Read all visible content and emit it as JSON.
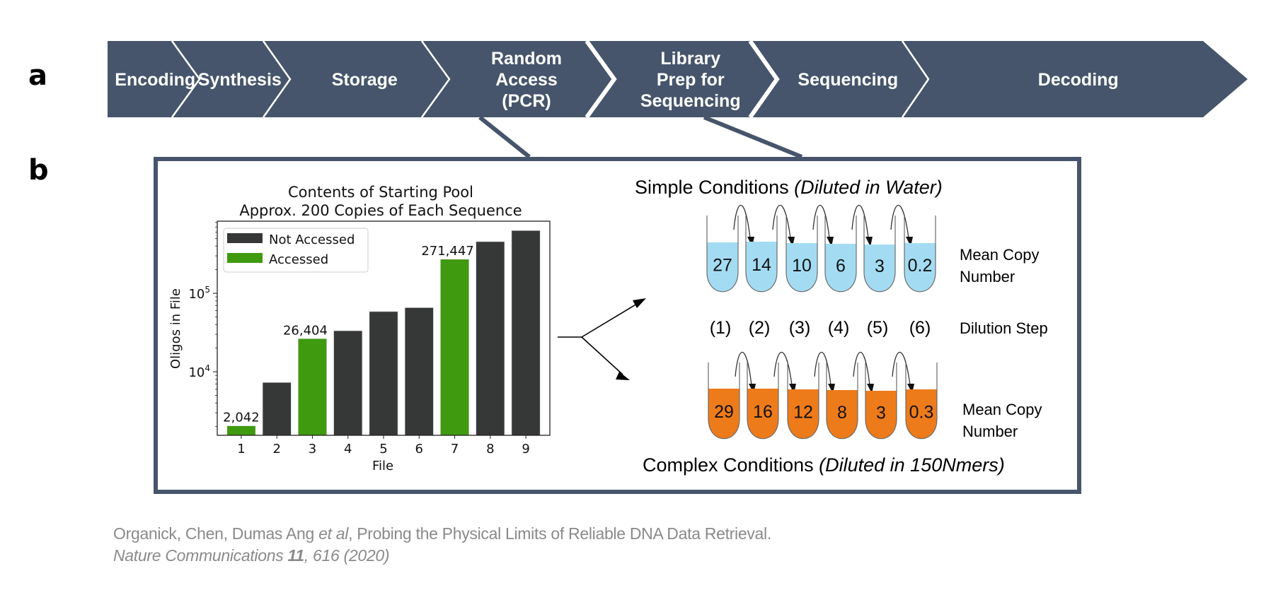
{
  "panel_labels": {
    "a": "a",
    "b": "b"
  },
  "pipeline": {
    "fill_color": "#46556b",
    "steps": [
      {
        "lines": [
          "Encoding"
        ]
      },
      {
        "lines": [
          "Synthesis"
        ]
      },
      {
        "lines": [
          "Storage"
        ]
      },
      {
        "lines": [
          "Random",
          "Access",
          "(PCR)"
        ],
        "highlighted": true
      },
      {
        "lines": [
          "Library",
          "Prep for",
          "Sequencing"
        ]
      },
      {
        "lines": [
          "Sequencing"
        ]
      },
      {
        "lines": [
          "Decoding"
        ]
      }
    ]
  },
  "chart_data": {
    "type": "bar",
    "title": "Contents of Starting Pool",
    "subtitle": "Approx. 200 Copies of Each Sequence",
    "xlabel": "File",
    "ylabel": "Oligos in File",
    "yscale": "log",
    "ylim": [
      1550,
      830000
    ],
    "yticks": [
      {
        "value": 10000,
        "label": "10",
        "exp": "4"
      },
      {
        "value": 100000,
        "label": "10",
        "exp": "5"
      }
    ],
    "categories": [
      "1",
      "2",
      "3",
      "4",
      "5",
      "6",
      "7",
      "8",
      "9"
    ],
    "values": [
      2042,
      7300,
      26404,
      33300,
      58500,
      65600,
      271447,
      455000,
      630000
    ],
    "accessed": [
      true,
      false,
      true,
      false,
      false,
      false,
      true,
      false,
      false
    ],
    "data_labels": [
      {
        "index": 0,
        "text": "2,042"
      },
      {
        "index": 2,
        "text": "26,404"
      },
      {
        "index": 6,
        "text": "271,447"
      }
    ],
    "series": [
      {
        "name": "Not Accessed",
        "color": "#363837"
      },
      {
        "name": "Accessed",
        "color": "#3f9a0f"
      }
    ],
    "legend": {
      "position": "top-left",
      "entries": [
        "Not Accessed",
        "Accessed"
      ]
    },
    "grid": false
  },
  "dilution": {
    "simple_title": "Simple Conditions ",
    "simple_title_italic": "(Diluted in Water)",
    "complex_title": "Complex Conditions ",
    "complex_title_italic": "(Diluted in 150Nmers)",
    "simple_color": "#a3dcf2",
    "complex_color": "#ee7b1a",
    "steps": [
      "(1)",
      "(2)",
      "(3)",
      "(4)",
      "(5)",
      "(6)"
    ],
    "step_label": "Dilution Step",
    "mean_copy_label_line1": "Mean Copy",
    "mean_copy_label_line2": "Number",
    "simple_values": [
      "27",
      "14",
      "10",
      "6",
      "3",
      "0.2"
    ],
    "complex_values": [
      "29",
      "16",
      "12",
      "8",
      "3",
      "0.3"
    ]
  },
  "citation": {
    "authors": "Organick, Chen, Dumas Ang ",
    "et_al": "et al",
    "title": ", Probing the Physical Limits of Reliable DNA Data Retrieval.",
    "journal": "Nature Communications ",
    "volume": "11",
    "pages": ", 616 (2020)"
  }
}
